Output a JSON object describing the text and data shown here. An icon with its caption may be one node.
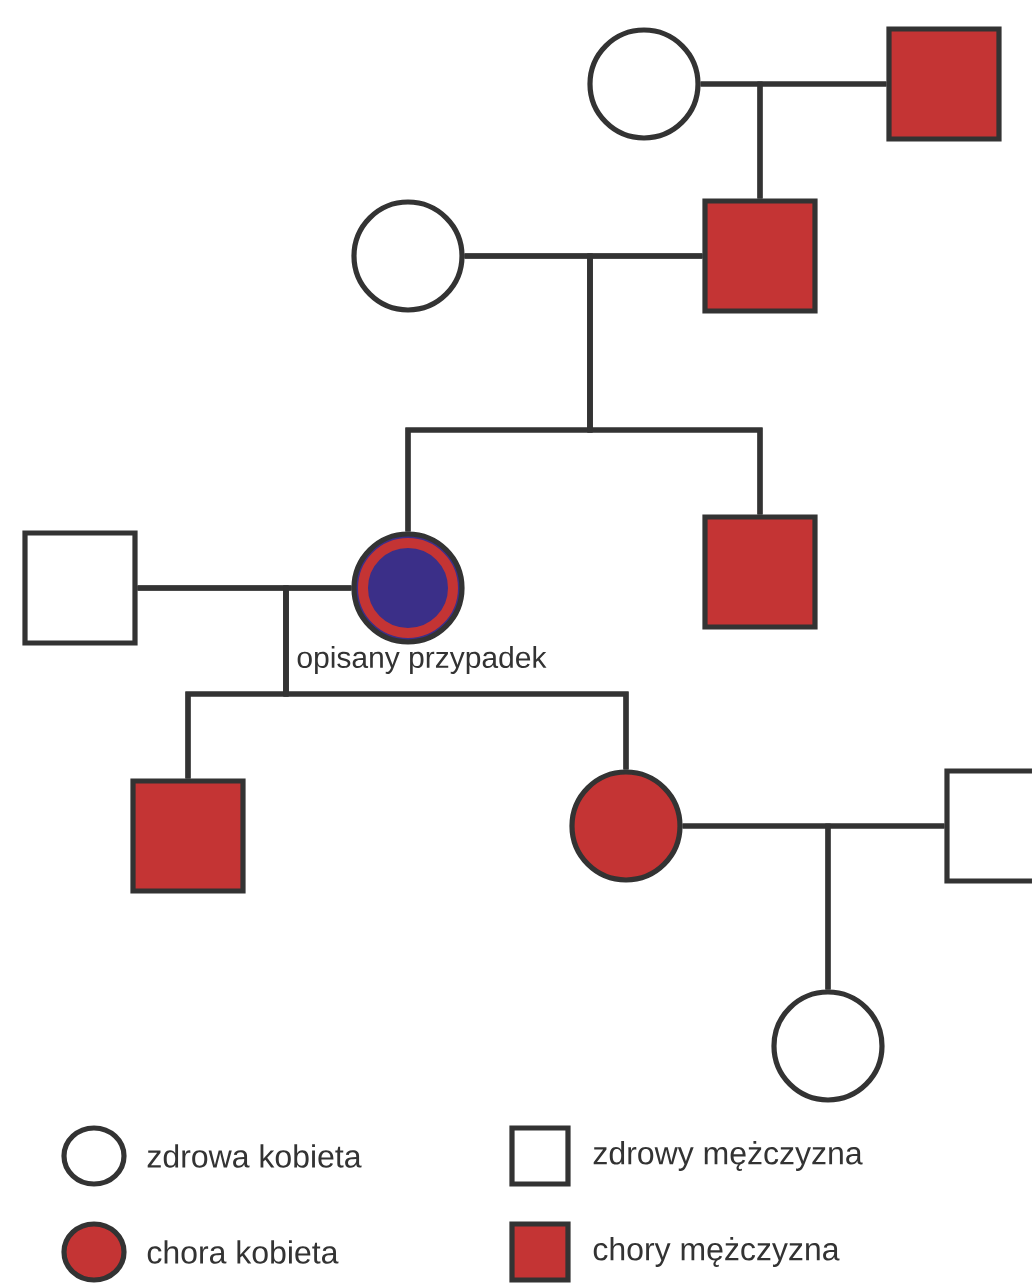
{
  "diagram": {
    "nodes": [
      {
        "text": [],
        "shape": "circle"
      },
      {
        "text": [],
        "shape": "box"
      },
      {
        "text": [],
        "shape": "circle"
      },
      {
        "text": [],
        "shape": "box"
      },
      {
        "text": [],
        "shape": "box"
      },
      {
        "text": [],
        "shape": "circle",
        "beside": [
          "opisany przypadek"
        ]
      },
      {
        "text": [],
        "shape": "box"
      },
      {
        "text": [],
        "shape": "box"
      },
      {
        "text": [],
        "shape": "circle"
      },
      {
        "text": [],
        "shape": "box"
      },
      {
        "text": [],
        "shape": "circle"
      }
    ],
    "edges": [
      {
        "from": 0,
        "to": 1,
        "arrow": "none"
      },
      {
        "from": 0,
        "to": 3,
        "arrow": "none"
      },
      {
        "from": 1,
        "to": 3,
        "arrow": "none"
      },
      {
        "from": 2,
        "to": 3,
        "arrow": "none"
      },
      {
        "from": 2,
        "to": 5,
        "arrow": "none"
      },
      {
        "from": 3,
        "to": 5,
        "arrow": "none"
      },
      {
        "from": 2,
        "to": 6,
        "arrow": "none"
      },
      {
        "from": 3,
        "to": 6,
        "arrow": "none"
      },
      {
        "from": 4,
        "to": 5,
        "arrow": "none"
      },
      {
        "from": 4,
        "to": 7,
        "arrow": "none"
      },
      {
        "from": 5,
        "to": 7,
        "arrow": "none"
      },
      {
        "from": 4,
        "to": 8,
        "arrow": "none"
      },
      {
        "from": 5,
        "to": 8,
        "arrow": "none"
      },
      {
        "from": 8,
        "to": 9,
        "arrow": "none"
      },
      {
        "from": 8,
        "to": 10,
        "arrow": "none"
      },
      {
        "from": 9,
        "to": 10,
        "arrow": "none"
      }
    ],
    "legend": [
      {
        "text": "zdrowa kobieta"
      },
      {
        "text": "zdrowy mężczyzna"
      },
      {
        "text": "chora kobieta"
      },
      {
        "text": "chory mężczyzna"
      }
    ]
  }
}
